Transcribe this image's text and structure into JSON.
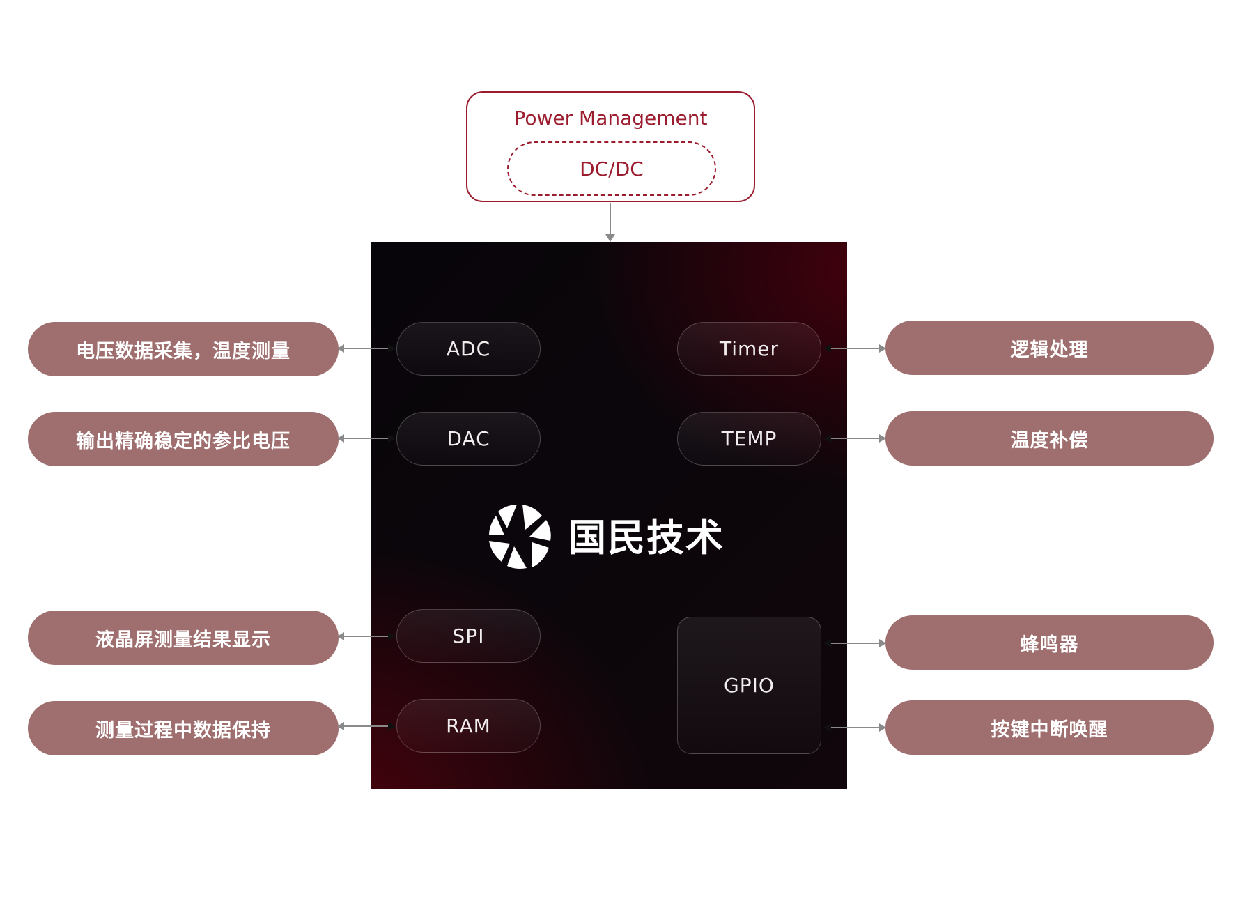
{
  "power_management": {
    "title": "Power Management",
    "converter": "DC/DC"
  },
  "chip": {
    "brand": "国民技术",
    "ports_left": [
      {
        "label": "ADC"
      },
      {
        "label": "DAC"
      },
      {
        "label": "SPI"
      },
      {
        "label": "RAM"
      }
    ],
    "ports_right": [
      {
        "label": "Timer"
      },
      {
        "label": "TEMP"
      },
      {
        "label": "GPIO"
      }
    ]
  },
  "functions_left": [
    {
      "label": "电压数据采集，温度测量"
    },
    {
      "label": "输出精确稳定的参比电压"
    },
    {
      "label": "液晶屏测量结果显示"
    },
    {
      "label": "测量过程中数据保持"
    }
  ],
  "functions_right": [
    {
      "label": "逻辑处理"
    },
    {
      "label": "温度补偿"
    },
    {
      "label": "蜂鸣器"
    },
    {
      "label": "按键中断唤醒"
    }
  ],
  "colors": {
    "accent": "#9b1c2e",
    "pill": "#9f6e6e",
    "chip_dark": "#08050a",
    "chip_red": "#46000c",
    "connector": "#8a8a8a"
  }
}
